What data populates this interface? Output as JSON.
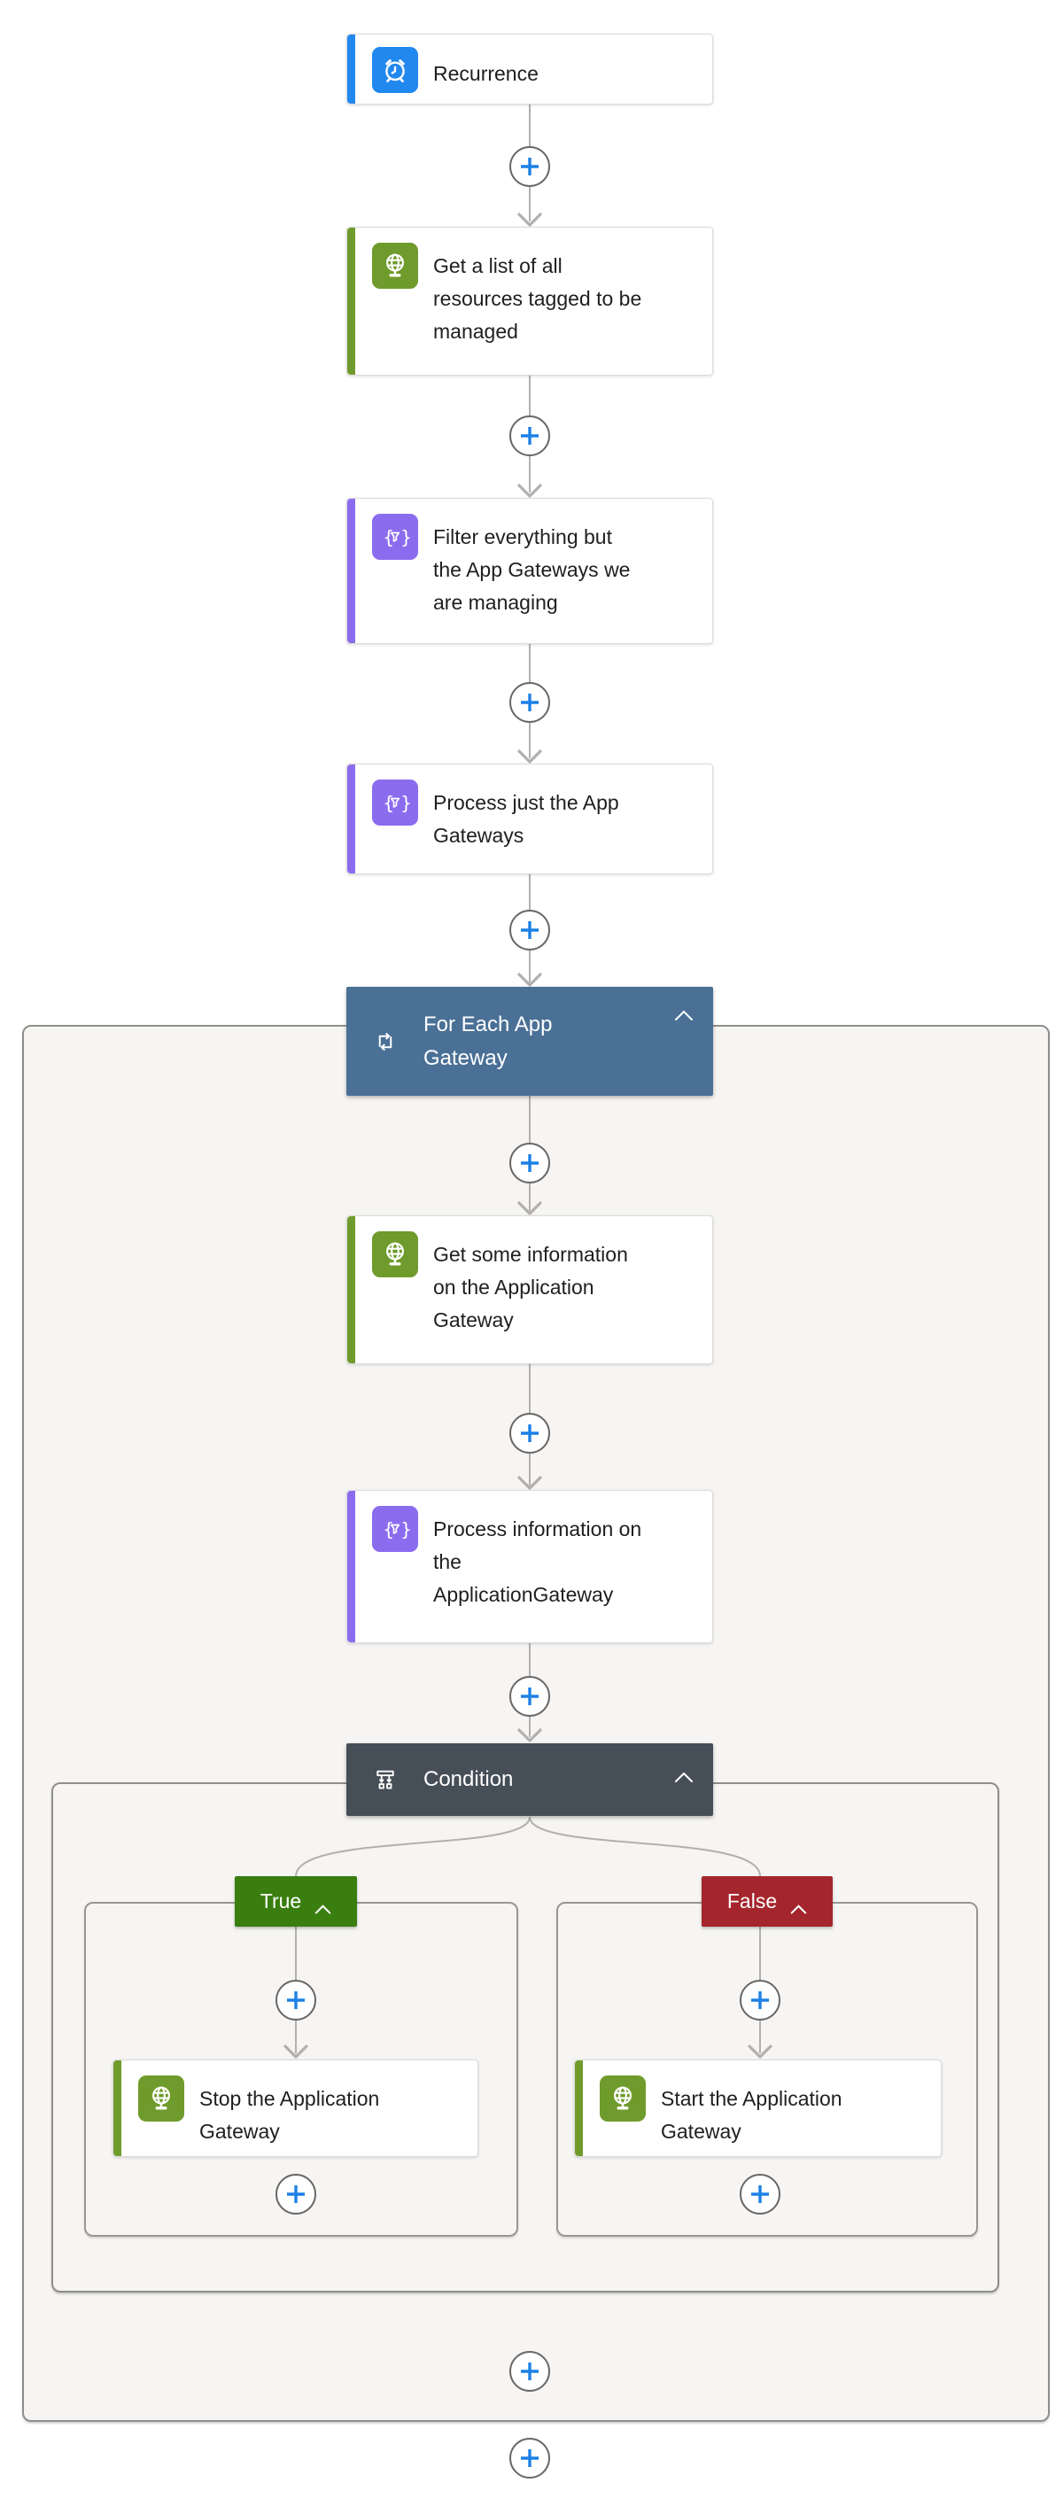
{
  "colors": {
    "accent_blue": "#2188ef",
    "accent_green": "#6f9b2c",
    "accent_purple": "#8b6cee",
    "foreach_header_bg": "#4a7096",
    "condition_header_bg": "#464e58",
    "true_badge_bg": "#3a7e10",
    "false_badge_bg": "#a4262c",
    "connector_gray": "#b2b0ae",
    "plus_blue": "#1d80e6",
    "scope_fill": "#f6f5f3"
  },
  "nodes": {
    "recurrence": {
      "label": "Recurrence",
      "icon": "alarm-clock"
    },
    "get_list": {
      "label": "Get a list of all\nresources tagged to be\nmanaged",
      "icon": "http-globe"
    },
    "filter_gateways": {
      "label": "Filter everything but\nthe App Gateways we\nare managing",
      "icon": "filter-braces"
    },
    "process_gateways": {
      "label": "Process just the App\nGateways",
      "icon": "filter-braces"
    },
    "foreach": {
      "label": "For Each App\nGateway",
      "icon": "loop"
    },
    "get_info": {
      "label": "Get some information\non the Application\nGateway",
      "icon": "http-globe"
    },
    "process_info": {
      "label": "Process information on\nthe\nApplicationGateway",
      "icon": "filter-braces"
    },
    "condition": {
      "label": "Condition",
      "icon": "condition-branch"
    },
    "true_branch": {
      "label": "True"
    },
    "false_branch": {
      "label": "False"
    },
    "stop_gateway": {
      "label": "Stop the Application\nGateway",
      "icon": "http-globe"
    },
    "start_gateway": {
      "label": "Start the Application\nGateway",
      "icon": "http-globe"
    }
  }
}
